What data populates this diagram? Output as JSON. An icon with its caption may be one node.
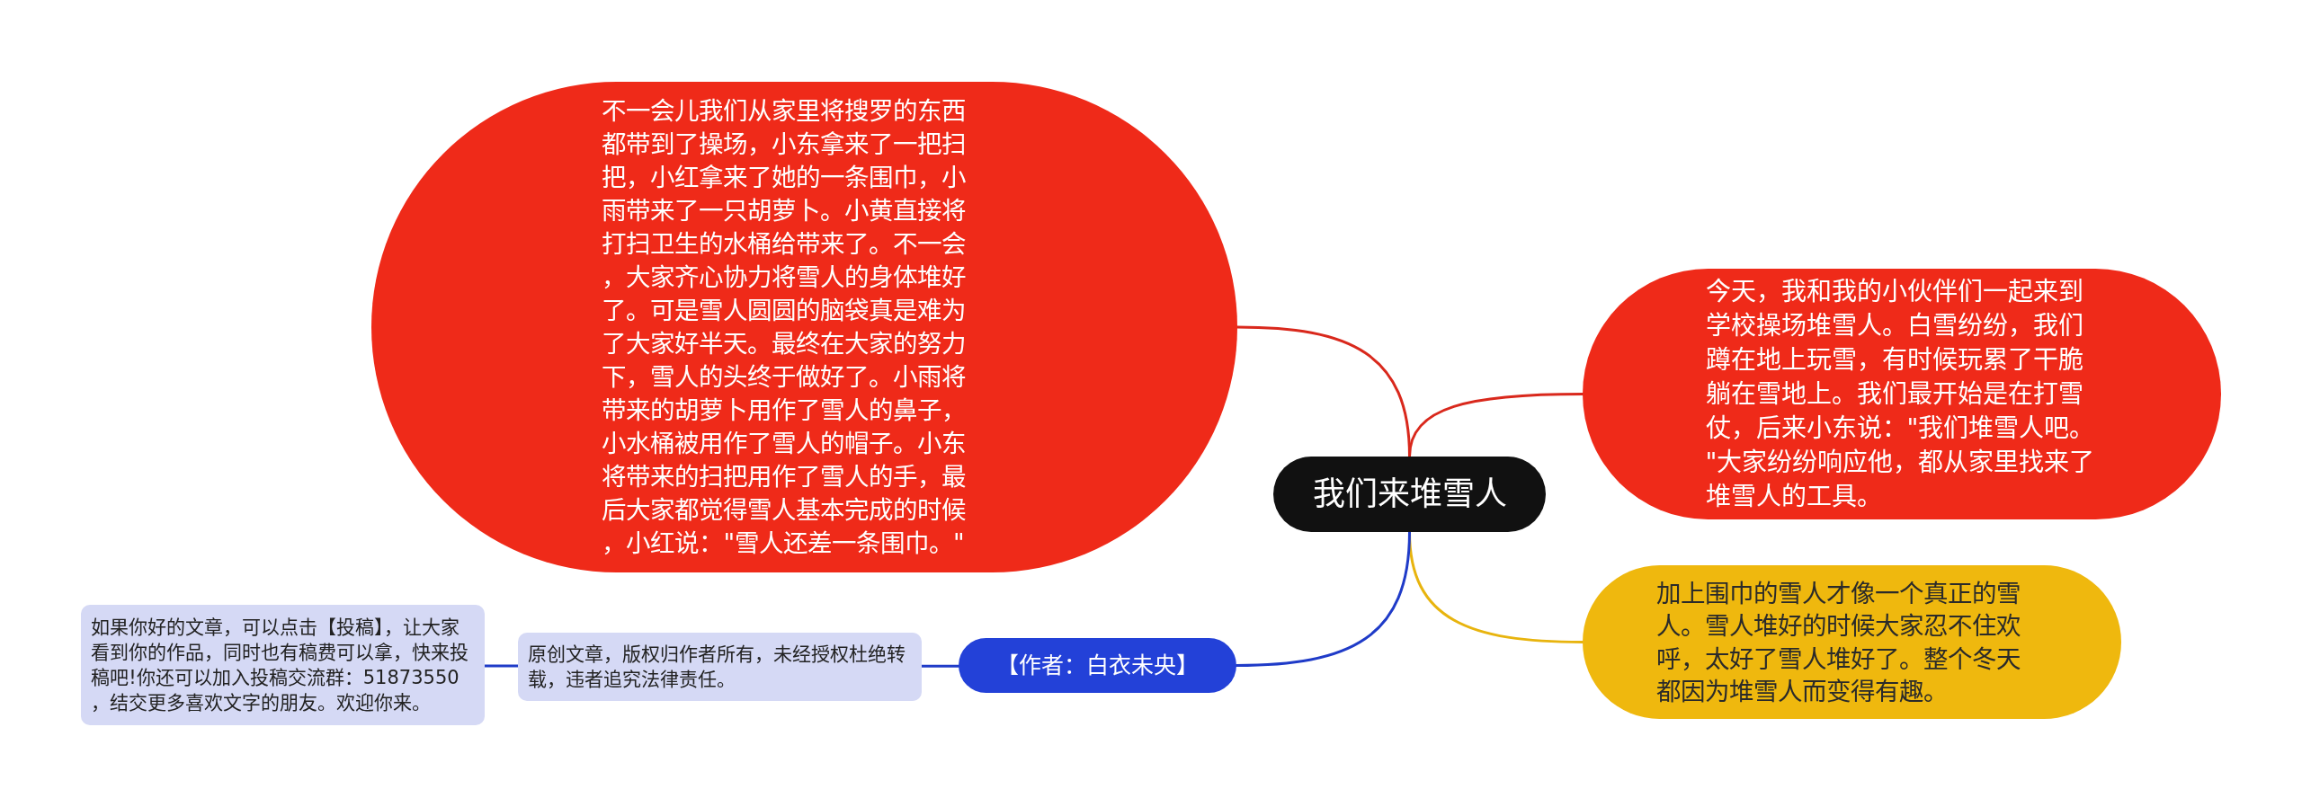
{
  "diagram": {
    "nodes": [
      {
        "text": [
          "我们来堆雪人"
        ]
      },
      {
        "text": [
          "不一会儿我们从家里将搜罗的东西都带到了操场，小东拿来了一把扫把，小红拿来了她的一条围巾，小雨带来了一只胡萝卜。小黄直接将打扫卫生的水桶给带来了。不一会，大家齐心协力将雪人的身体堆好了。可是雪人圆圆的脑袋真是难为了大家好半天。最终在大家的努力下，雪人的头终于做好了。小雨将带来的胡萝卜用作了雪人的鼻子，小水桶被用作了雪人的帽子。小东将带来的扫把用作了雪人的手，最后大家都觉得雪人基本完成的时候，小红说：\"雪人还差一条围巾。\""
        ]
      },
      {
        "text": [
          "今天，我和我的小伙伴们一起来到学校操场堆雪人。白雪纷纷，我们蹲在地上玩雪，有时候玩累了干脆躺在雪地上。我们最开始是在打雪仗，后来小东说：\"我们堆雪人吧。\"大家纷纷响应他，都从家里找来了堆雪人的工具。"
        ]
      },
      {
        "text": [
          "加上围巾的雪人才像一个真正的雪人。雪人堆好的时候大家忍不住欢呼，太好了雪人堆好了。整个冬天都因为堆雪人而变得有趣。"
        ]
      },
      {
        "text": [
          "【作者：白衣未央】"
        ]
      },
      {
        "text": [
          "原创文章，版权归作者所有，未经授权杜绝转载，违者追究法律责任。"
        ]
      },
      {
        "text": [
          "如果你好的文章，可以点击【投稿】，让大家看到你的作品，同时也有稿费可以拿，快来投稿吧!你还可以加入投稿交流群：51873550，结交更多喜欢文字的朋友。欢迎你来。"
        ]
      }
    ],
    "edges": [
      {
        "from": 0,
        "to": 1,
        "arrow": "none",
        "color": "#d9281c"
      },
      {
        "from": 0,
        "to": 2,
        "arrow": "none",
        "color": "#d9281c"
      },
      {
        "from": 0,
        "to": 3,
        "arrow": "none",
        "color": "#e8b40e"
      },
      {
        "from": 0,
        "to": 4,
        "arrow": "none"
      },
      {
        "from": 4,
        "to": 5,
        "arrow": "none"
      },
      {
        "from": 5,
        "to": 6,
        "arrow": "none"
      }
    ]
  }
}
